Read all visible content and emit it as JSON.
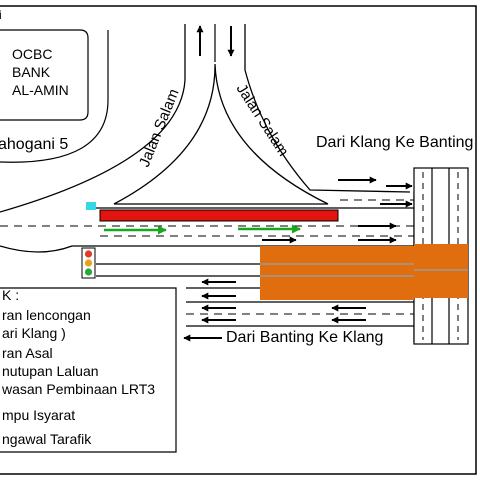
{
  "map": {
    "corner_fragment": "i",
    "bank_line_1": "OCBC",
    "bank_line_2": "BANK",
    "bank_line_3": "AL-AMIN",
    "street_mahogani": "ahogani 5",
    "road_left": "Jalan Salam",
    "road_right": "Jalan Salam",
    "label_klang_to_banting": "Dari Klang Ke Banting",
    "label_banting_to_klang": "Dari Banting Ke Klang"
  },
  "legend": {
    "title": "K :",
    "line_1": "ran lencongan",
    "line_2": "ari Klang )",
    "line_3": "ran Asal",
    "line_4": "nutupan Laluan",
    "line_5": "wasan Pembinaan LRT3",
    "line_6": "mpu Isyarat",
    "line_7": "ngawal Tarafik"
  },
  "colors": {
    "closure_red": "#e3130f",
    "construction_orange": "#e06e0e",
    "diversion_green": "#17a81d",
    "marker_cyan": "#37d6e6",
    "signal_red": "#e33a2c",
    "signal_amber": "#e6a31a",
    "signal_green": "#27a83a"
  },
  "icons": [
    "arrow-up-icon",
    "arrow-down-icon",
    "arrow-right-icon",
    "arrow-left-icon",
    "traffic-light-icon"
  ]
}
